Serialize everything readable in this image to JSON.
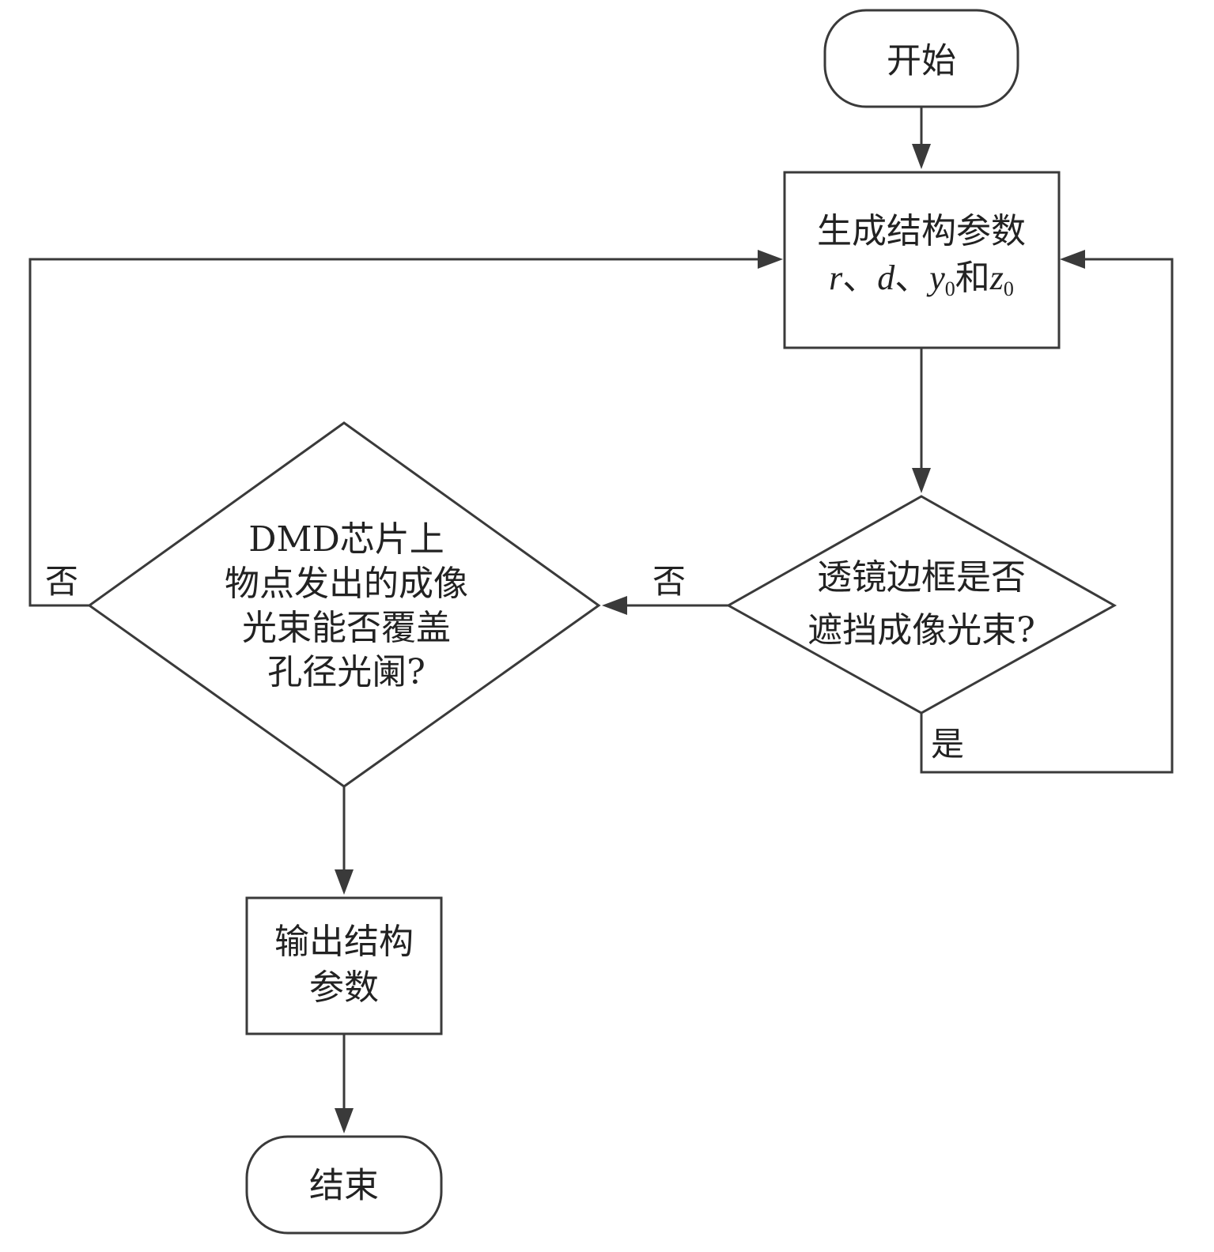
{
  "nodes": {
    "start": {
      "label": "开始"
    },
    "generate_params": {
      "line1": "生成结构参数",
      "line2": {
        "r": "r",
        "sep1": "、",
        "d": "d",
        "sep2": "、",
        "y": "y",
        "y_sub": "0",
        "and": "和",
        "z": "z",
        "z_sub": "0"
      }
    },
    "lens_check": {
      "lines": [
        "透镜边框是否",
        "遮挡成像光束?"
      ]
    },
    "dmd_check": {
      "lines": [
        "DMD芯片上",
        "物点发出的成像",
        "光束能否覆盖",
        "孔径光阑?"
      ]
    },
    "output_params": {
      "lines": [
        "输出结构",
        "参数"
      ]
    },
    "end": {
      "label": "结束"
    }
  },
  "edges": {
    "lens_no": "否",
    "lens_yes": "是",
    "dmd_no": "否"
  },
  "colors": {
    "stroke": "#3a3a3a",
    "text": "#222222",
    "background": "#ffffff"
  }
}
